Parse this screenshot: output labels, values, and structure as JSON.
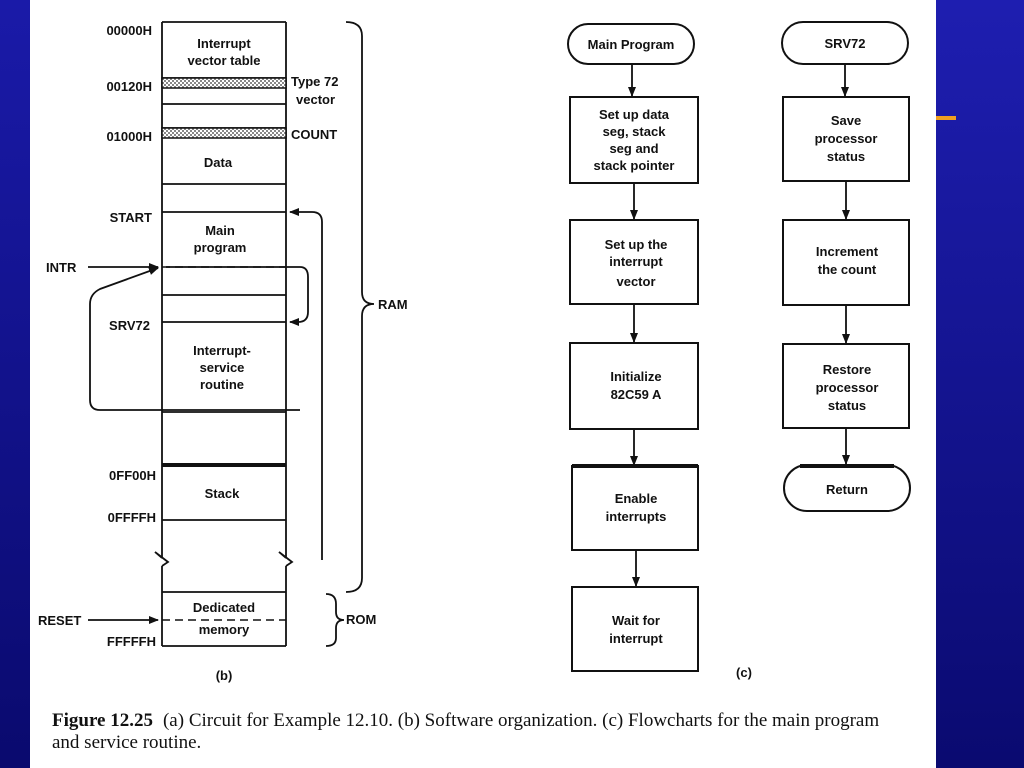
{
  "memory_map": {
    "addresses": {
      "a00000": "00000H",
      "a00120": "00120H",
      "a01000": "01000H",
      "start": "START",
      "srv72": "SRV72",
      "a0ff00": "0FF00H",
      "a0ffff": "0FFFFH",
      "affffff": "FFFFFH"
    },
    "blocks": {
      "ivt_line1": "Interrupt",
      "ivt_line2": "vector table",
      "data": "Data",
      "main_line1": "Main",
      "main_line2": "program",
      "isr_line1": "Interrupt-",
      "isr_line2": "service",
      "isr_line3": "routine",
      "stack": "Stack",
      "ded_line1": "Dedicated",
      "ded_line2": "memory"
    },
    "side_labels": {
      "type72_line1": "Type 72",
      "type72_line2": "vector",
      "count": "COUNT",
      "ram": "RAM",
      "rom": "ROM"
    },
    "signals": {
      "intr": "INTR",
      "reset": "RESET"
    },
    "panel_label": "(b)"
  },
  "flowchart_main": {
    "terminal": "Main Program",
    "step1": [
      "Set up data",
      "seg, stack",
      "seg and",
      "stack pointer"
    ],
    "step2": [
      "Set up the",
      "interrupt",
      "vector"
    ],
    "step3": [
      "Initialize",
      "82C59 A"
    ],
    "step4": [
      "Enable",
      "interrupts"
    ],
    "step5": [
      "Wait for",
      "interrupt"
    ]
  },
  "flowchart_srv": {
    "terminal": "SRV72",
    "step1": [
      "Save",
      "processor",
      "status"
    ],
    "step2": [
      "Increment",
      "the count"
    ],
    "step3": [
      "Restore",
      "processor",
      "status"
    ],
    "return_label": "Return"
  },
  "panel_label_c": "(c)",
  "caption": {
    "figure": "Figure 12.25",
    "text": "(a) Circuit for Example 12.10. (b) Software organization. (c) Flowcharts for the main program and service routine."
  },
  "colors": {
    "slide_blue": "#1414a0",
    "accent_orange": "#f0a020"
  }
}
